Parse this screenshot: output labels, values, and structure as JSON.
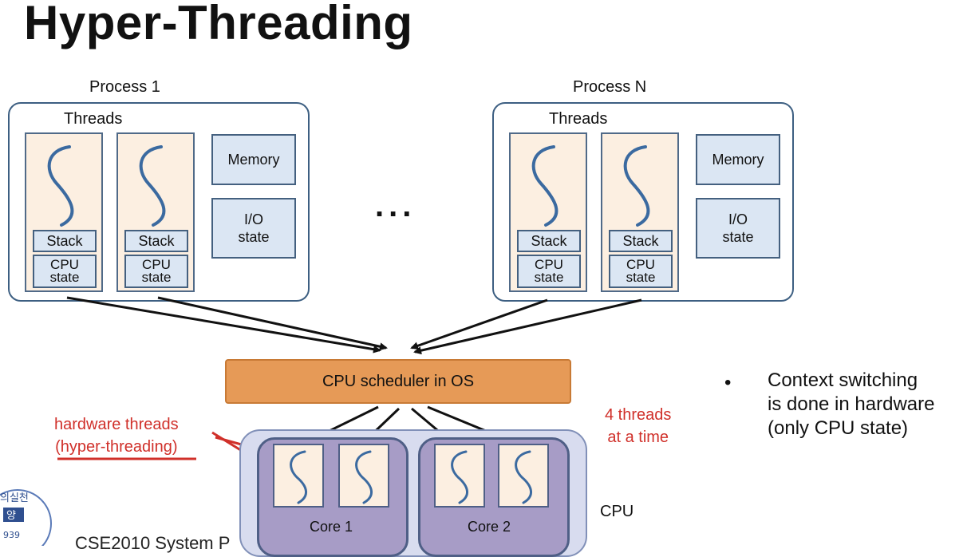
{
  "title": "Hyper-Threading",
  "processes": [
    {
      "label": "Process 1",
      "threads_label": "Threads",
      "stack": "Stack",
      "cpu_state": [
        "CPU",
        "state"
      ],
      "memory": "Memory",
      "io": [
        "I/O",
        "state"
      ]
    },
    {
      "label": "Process N",
      "threads_label": "Threads",
      "stack": "Stack",
      "cpu_state": [
        "CPU",
        "state"
      ],
      "memory": "Memory",
      "io": [
        "I/O",
        "state"
      ]
    }
  ],
  "ellipsis": "...",
  "scheduler": "CPU scheduler in OS",
  "hardware_threads": [
    "hardware threads",
    "(hyper-threading)"
  ],
  "four_threads": [
    "4 threads",
    "at a time"
  ],
  "cpu_label": "CPU",
  "cores": [
    "Core 1",
    "Core 2"
  ],
  "bullet": "•",
  "note": [
    "Context switching",
    "is done in hardware",
    "(only CPU state)"
  ],
  "footer": "CSE2010 System P",
  "logo": {
    "text": [
      "의실천",
      "양",
      "939"
    ]
  },
  "colors": {
    "accent_red": "#d0302a",
    "scheduler": "#e69a57",
    "core": "#a79cc6",
    "thread_bg": "#fcefe1",
    "box_blue": "#dbe6f3"
  }
}
